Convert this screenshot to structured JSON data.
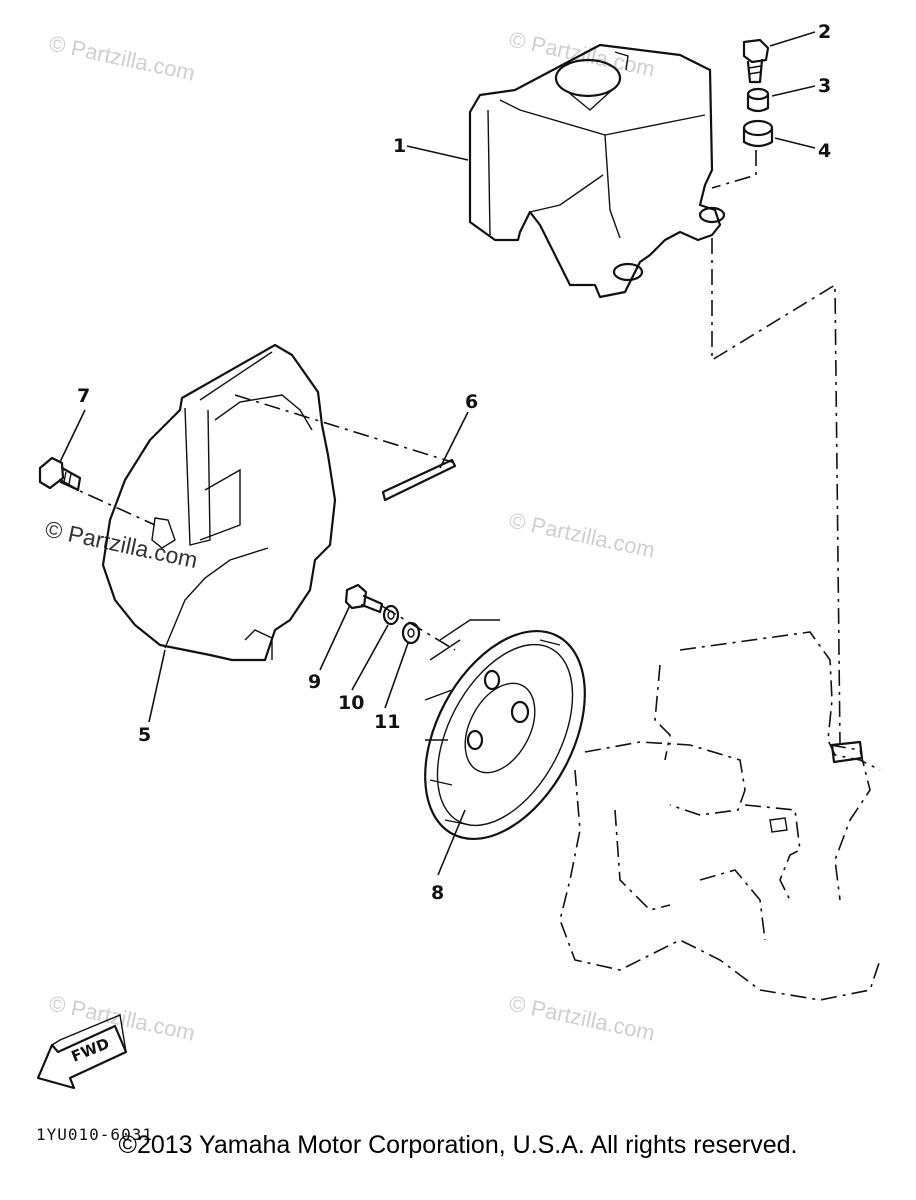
{
  "callouts": [
    "1",
    "2",
    "3",
    "4",
    "5",
    "6",
    "7",
    "8",
    "9",
    "10",
    "11"
  ],
  "watermark": "© Partzilla.com",
  "diagram_code": "1YU010-6031",
  "fwd_label": "FWD",
  "copyright": "©2013  Yamaha Motor Corporation, U.S.A. All rights reserved."
}
